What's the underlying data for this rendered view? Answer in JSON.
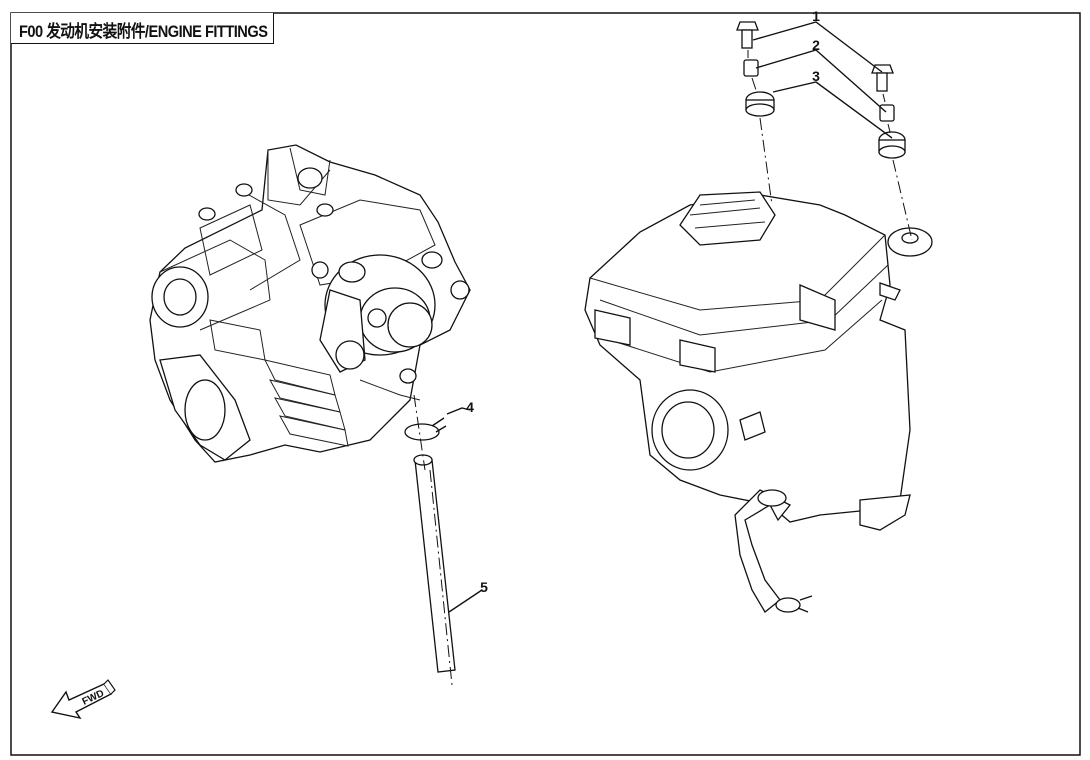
{
  "title": "F00  发动机安装附件/ENGINE FITTINGS",
  "callouts": [
    "1",
    "2",
    "3",
    "4",
    "5"
  ],
  "fwd_label": "FWD",
  "icons": [
    "fwd-arrow-icon"
  ]
}
